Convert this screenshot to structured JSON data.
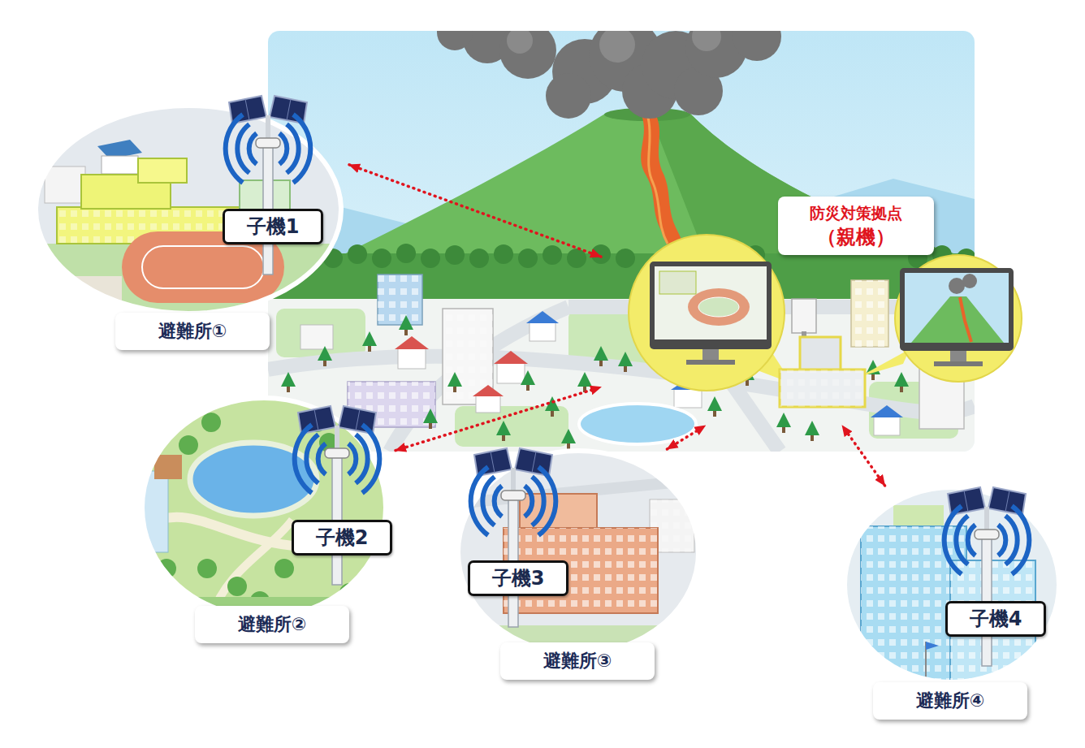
{
  "diagram": {
    "nodes": [
      {
        "text": [
          "防災対策拠点",
          "（親機）"
        ]
      },
      {
        "text": [
          "避難所①"
        ]
      },
      {
        "text": [
          "子機1"
        ],
        "in": 1
      },
      {
        "text": [
          "避難所②"
        ]
      },
      {
        "text": [
          "子機2"
        ],
        "in": 3
      },
      {
        "text": [
          "避難所③"
        ]
      },
      {
        "text": [
          "子機3"
        ],
        "in": 5
      },
      {
        "text": [
          "避難所④"
        ]
      },
      {
        "text": [
          "子機4"
        ],
        "in": 7
      }
    ],
    "edges": [
      {
        "from": 1,
        "to": 0,
        "arrow": "both"
      },
      {
        "from": 3,
        "to": 0,
        "arrow": "both"
      },
      {
        "from": 5,
        "to": 0,
        "arrow": "both"
      },
      {
        "from": 7,
        "to": 0,
        "arrow": "both"
      }
    ]
  }
}
